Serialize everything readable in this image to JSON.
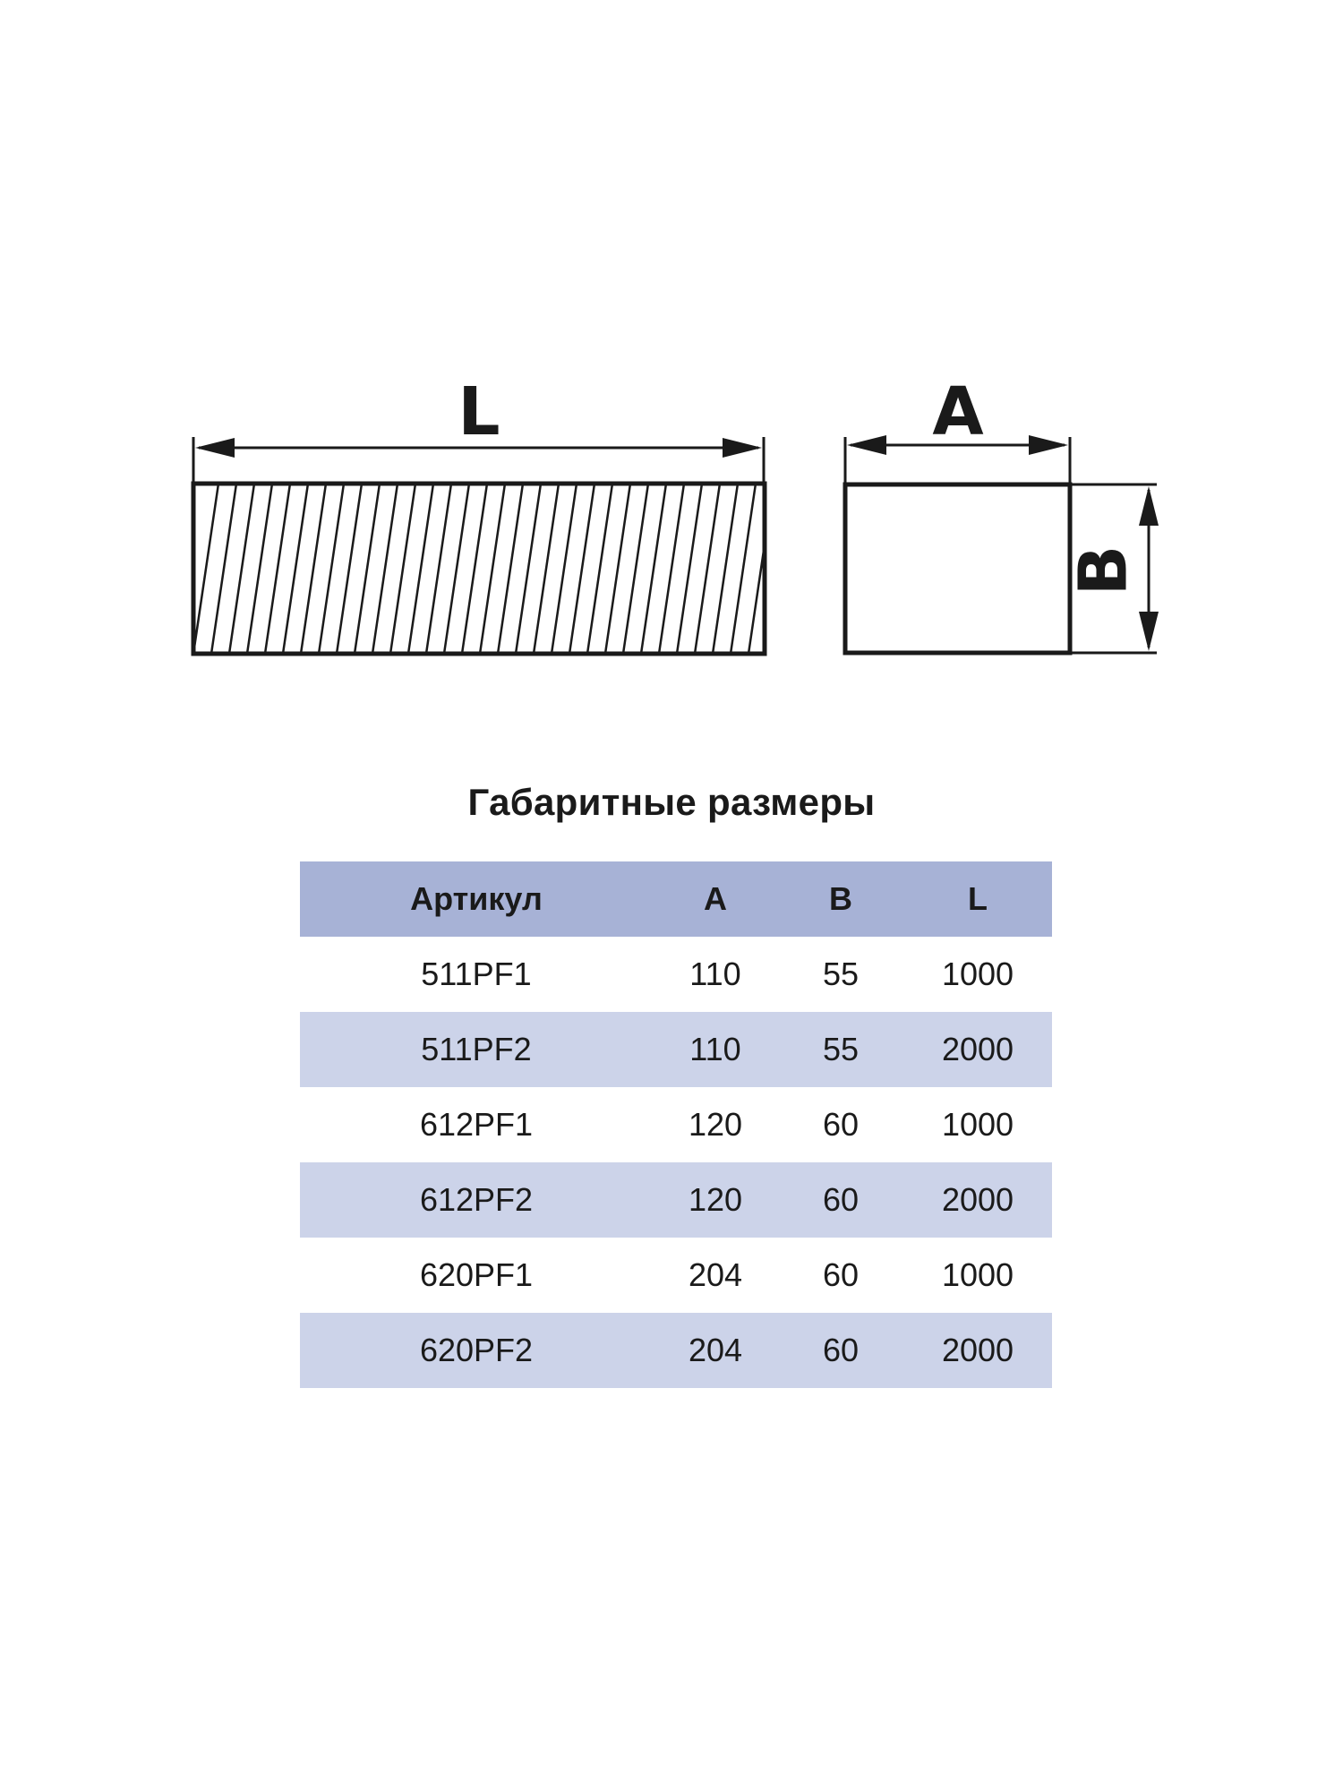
{
  "drawing": {
    "label_length": "L",
    "label_width": "A",
    "label_height": "B"
  },
  "title": "Габаритные размеры",
  "table": {
    "headers": [
      "Артикул",
      "A",
      "B",
      "L"
    ],
    "rows": [
      [
        "511PF1",
        "110",
        "55",
        "1000"
      ],
      [
        "511PF2",
        "110",
        "55",
        "2000"
      ],
      [
        "612PF1",
        "120",
        "60",
        "1000"
      ],
      [
        "612PF2",
        "120",
        "60",
        "2000"
      ],
      [
        "620PF1",
        "204",
        "60",
        "1000"
      ],
      [
        "620PF2",
        "204",
        "60",
        "2000"
      ]
    ]
  },
  "colors": {
    "header_bg": "#a7b2d6",
    "stripe_bg": "#ccd3e9",
    "line": "#1a1a1a"
  }
}
